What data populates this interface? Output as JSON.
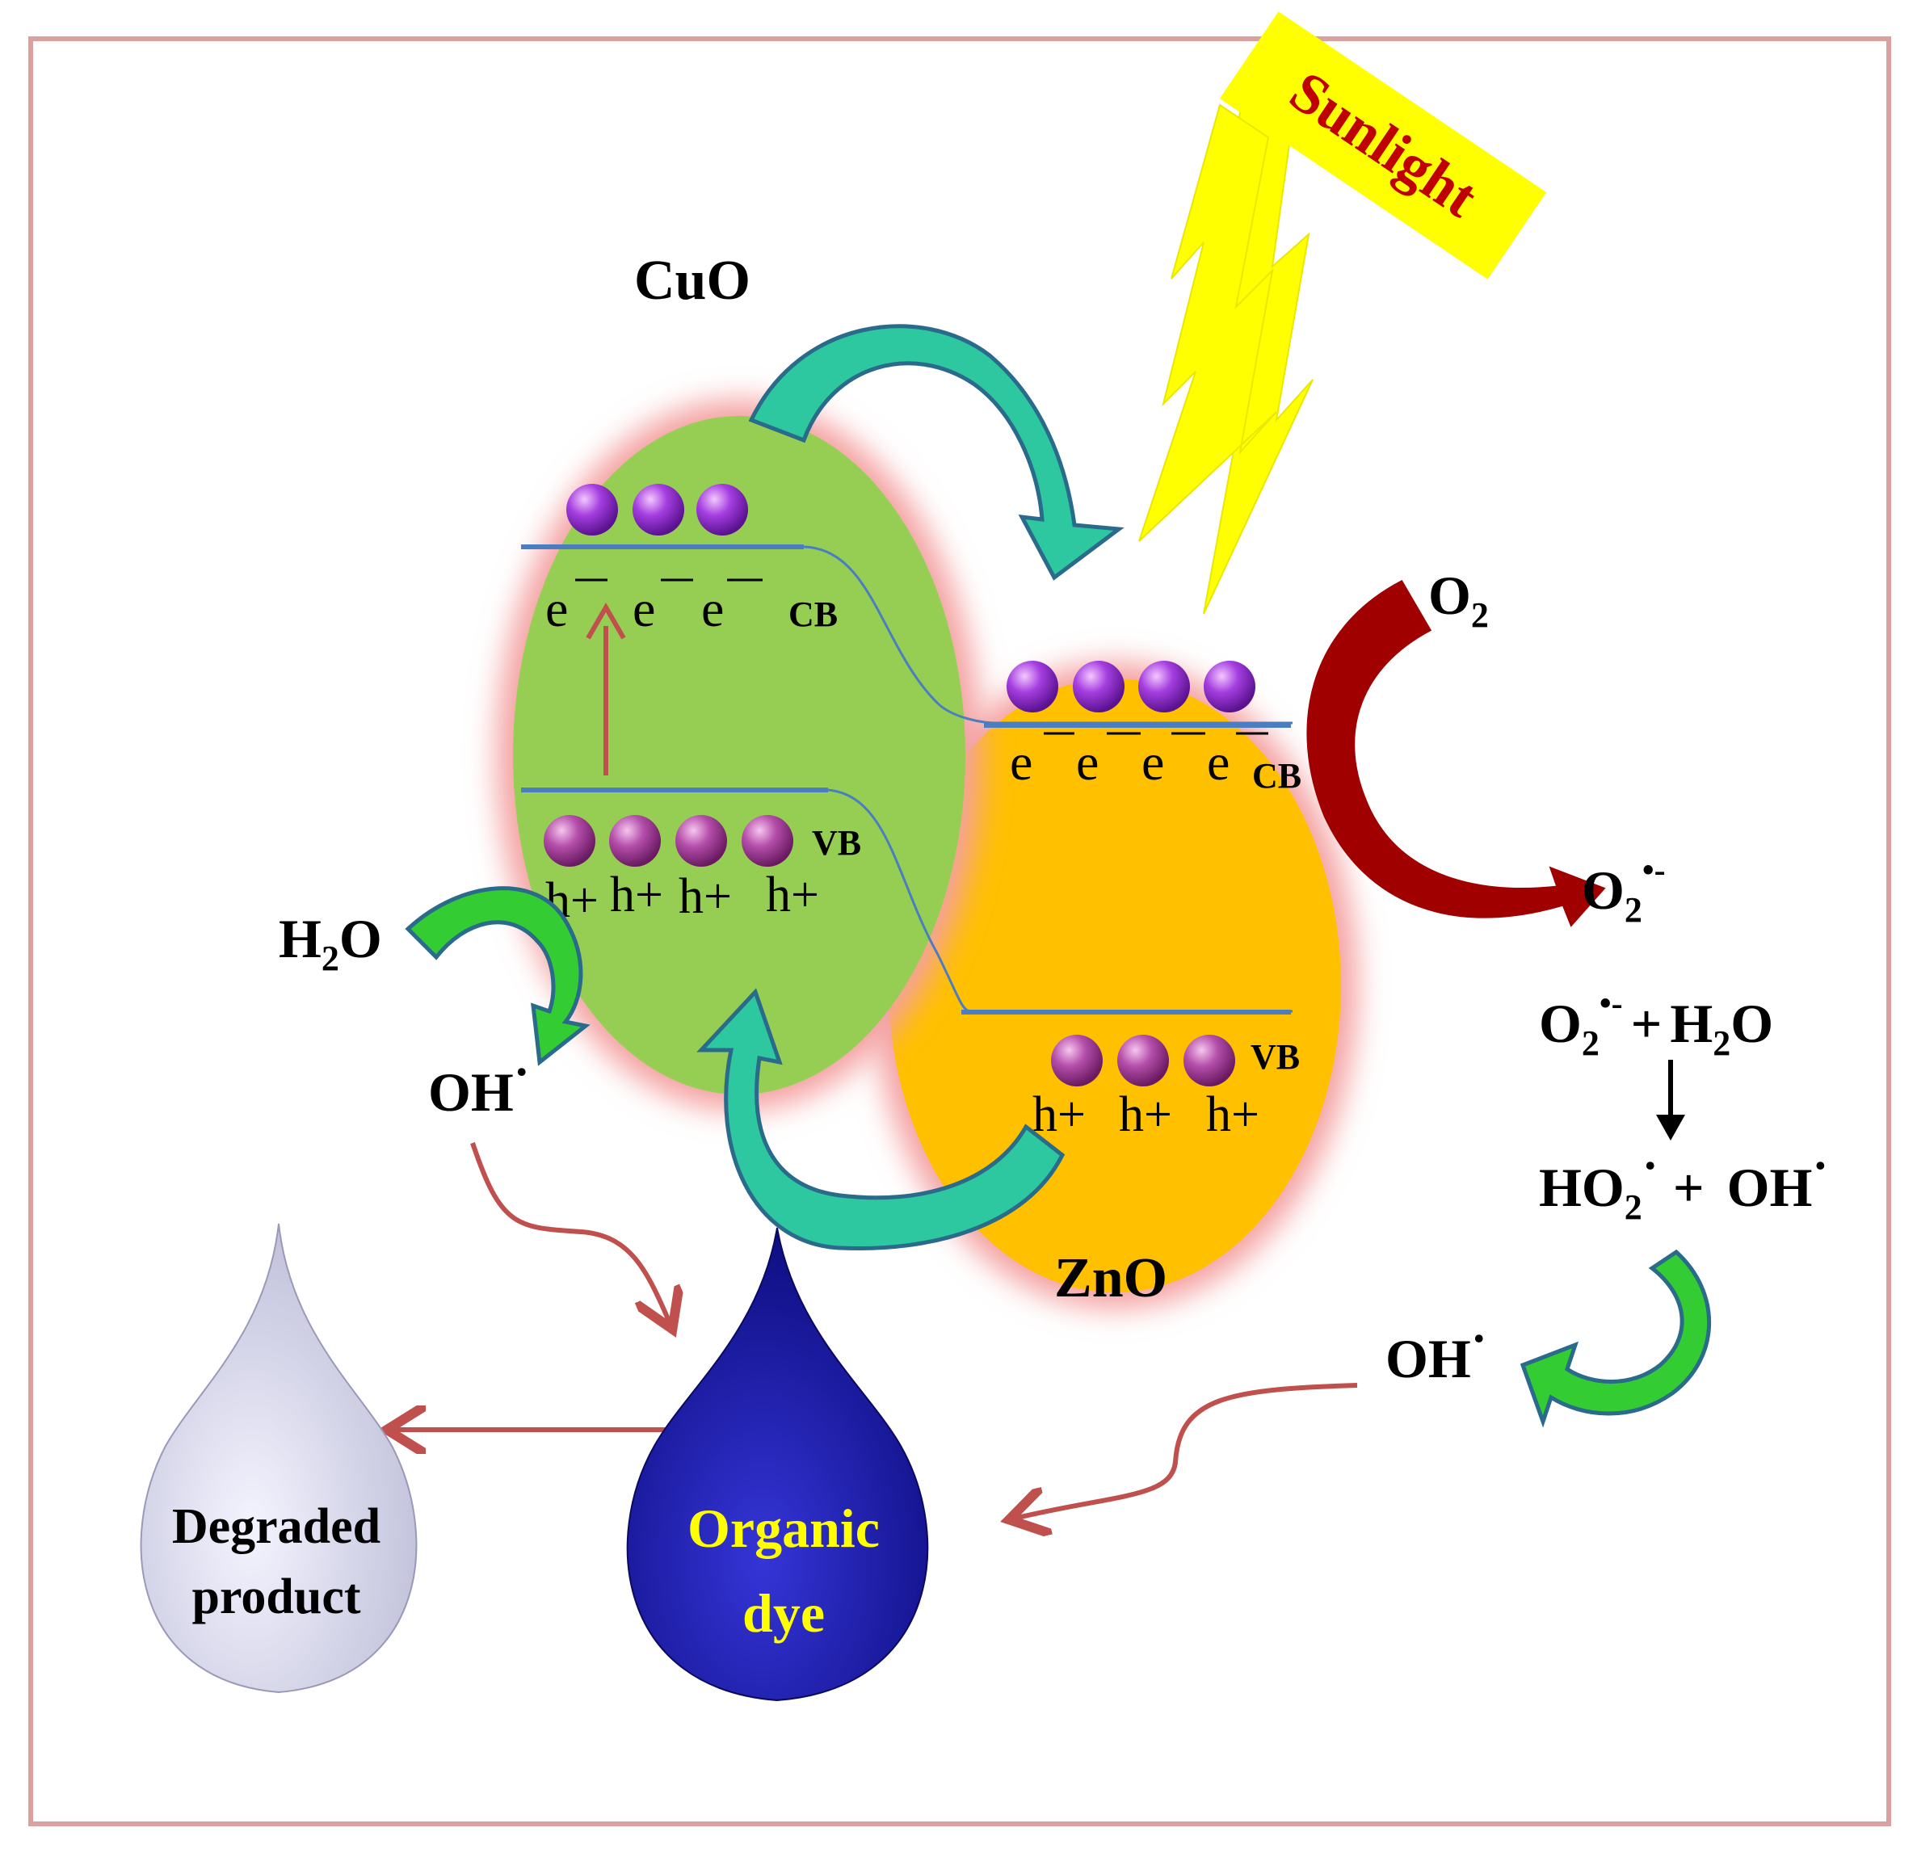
{
  "cuo": {
    "label": "CuO",
    "cb": "CB",
    "vb": "VB",
    "electron": "e",
    "hole": "h+",
    "electron_count": 3,
    "hole_count": 4
  },
  "zno": {
    "label": "ZnO",
    "cb": "CB",
    "vb": "VB",
    "electron": "e",
    "hole": "h+",
    "electron_count": 4,
    "hole_count": 3
  },
  "sunlight": "Sunlight",
  "species": {
    "h2o": {
      "main": "H",
      "sub": "2",
      "tail": "O"
    },
    "oh_left": {
      "main": "OH",
      "sup": "·"
    },
    "o2": {
      "main": "O",
      "sub": "2"
    },
    "o2_radical": {
      "main": "O",
      "sub": "2",
      "sup": "•-"
    },
    "oh_right": {
      "main": "OH",
      "sup": "·"
    }
  },
  "reaction": {
    "line1": {
      "a_main": "O",
      "a_sub": "2",
      "a_sup": "•-",
      "plus": "+",
      "b_main": "H",
      "b_sub": "2",
      "b_tail": "O"
    },
    "line2": {
      "a_main": "HO",
      "a_sub": "2",
      "a_sup": "·",
      "plus": "+",
      "b_main": "OH",
      "b_sup": "·"
    }
  },
  "drops": {
    "dye": {
      "line1": "Organic",
      "line2": "dye"
    },
    "product": {
      "line1": "Degraded",
      "line2": "product"
    }
  },
  "colors": {
    "cuo_fill": "#92d050",
    "zno_fill": "#ffc000",
    "glow": "#f4a0a0",
    "electron": "#9b30d8",
    "hole": "#b04ca8",
    "sunlight": "#ffff00",
    "sunlight_text": "#c00000",
    "dye_fill": "#1f1fa8",
    "dye_text": "#ffff00",
    "product_fill": "#dcdcf0",
    "teal_arrow": "#2dc8a0",
    "green_arrow": "#33cc33",
    "dark_red_arrow": "#a00000",
    "brown_arrow": "#c0504d",
    "band_line": "#4a7ec0"
  }
}
